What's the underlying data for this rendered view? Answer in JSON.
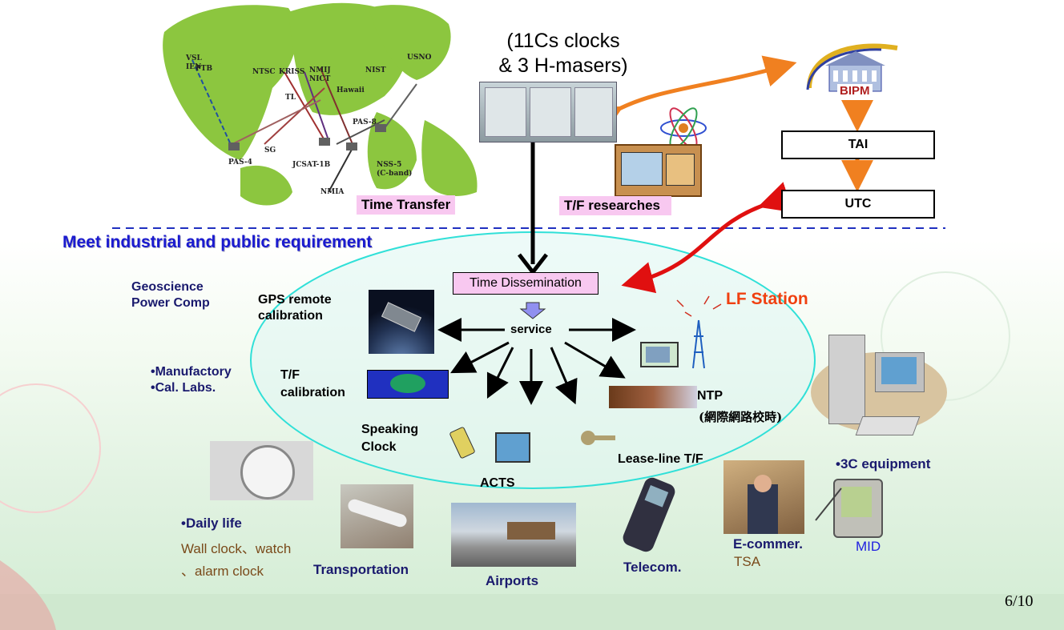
{
  "header": {
    "clocks_line1": "(11Cs clocks",
    "clocks_line2": "& 3 H-masers)"
  },
  "map": {
    "labels": [
      "VSL",
      "IEN",
      "PTB",
      "NTSC",
      "KRISS",
      "NMIJ",
      "NICT",
      "NIST",
      "USNO",
      "TL",
      "Hawaii",
      "PAS-8",
      "PAS-4",
      "SG",
      "JCSAT-1B",
      "NSS-5",
      "(C-band)",
      "NMIA"
    ]
  },
  "boxes": {
    "time_transfer": "Time Transfer",
    "tf_researches": "T/F researches",
    "bipm": "BIPM",
    "tai": "TAI",
    "utc": "UTC",
    "time_dissemination": "Time Dissemination"
  },
  "section_title": "Meet industrial and public requirement",
  "service": "service",
  "lf_station": "LF Station",
  "nodes": {
    "geoscience": "Geoscience",
    "power_comp": "Power Comp",
    "gps_remote": "GPS remote",
    "calibration": "calibration",
    "manufactory": "•Manufactory",
    "cal_labs": "•Cal. Labs.",
    "tf": "T/F",
    "tf_calibration": "calibration",
    "speaking": "Speaking",
    "clock": "Clock",
    "acts": "ACTS",
    "lease_line": "Lease-line T/F",
    "ntp": "NTP",
    "ntp_cn": "(網際網路校時)",
    "three_c": "•3C equipment",
    "daily_life": "•Daily life",
    "wall_clock": "Wall clock、watch",
    "alarm_clock": "、alarm clock",
    "transportation": "Transportation",
    "airports": "Airports",
    "telecom": "Telecom.",
    "ecommer": "E-commer.",
    "tsa": "TSA",
    "mid": "MID"
  },
  "page_number": "6/10",
  "colors": {
    "navy": "#1a1a6e",
    "title_blue": "#1a1ad0",
    "lf_red": "#f04010",
    "orange_arrow": "#f08020",
    "red_arrow": "#e01010",
    "pink_box": "#f8c8f0",
    "ellipse_stroke": "#30e0d8",
    "brown_text": "#7a4a1a",
    "mid_blue": "#2020e0"
  }
}
